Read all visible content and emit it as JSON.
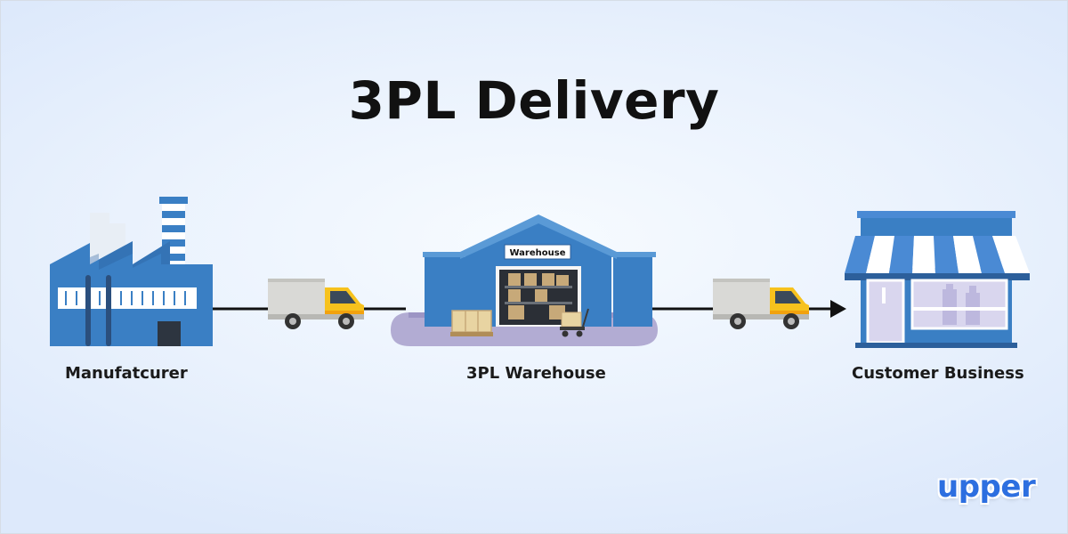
{
  "title": "3PL Delivery",
  "nodes": {
    "manufacturer": "Manufatcurer",
    "warehouse": "3PL Warehouse",
    "customer": "Customer Business"
  },
  "warehouse_sign": "Warehouse",
  "logo": "upper",
  "colors": {
    "building_blue": "#3a7fc4",
    "dark_blue": "#2c5f9b",
    "truck_yellow": "#f7c21d",
    "cargo_gray": "#d9d9d6",
    "platform_purple": "#b2acd3"
  }
}
